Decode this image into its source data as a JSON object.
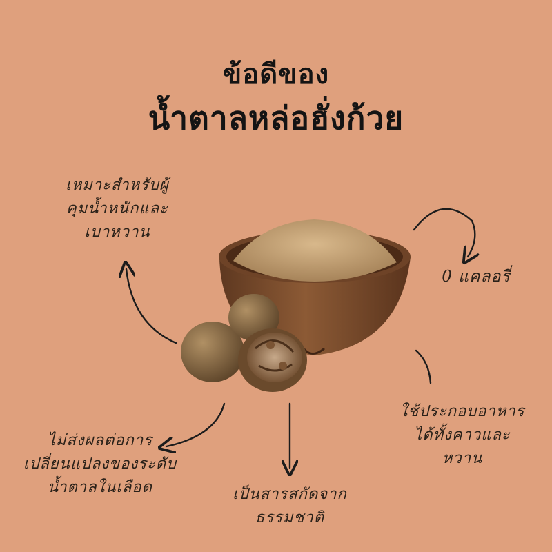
{
  "title": {
    "line1": "ข้อดีของ",
    "line2": "น้ำตาลหล่อฮั่งก้วย"
  },
  "benefits": [
    {
      "id": "left",
      "lines": [
        "เหมาะสำหรับผู้",
        "คุมน้ำหนักและ",
        "เบาหวาน"
      ]
    },
    {
      "id": "right",
      "lines": [
        "0 แคลอรี่"
      ]
    },
    {
      "id": "bottom-right",
      "lines": [
        "ใช้ประกอบอาหาร",
        "ได้ทั้งคาวและ",
        "หวาน"
      ]
    },
    {
      "id": "bottom-center",
      "lines": [
        "เป็นสารสกัดจาก",
        "ธรรมชาติ"
      ]
    },
    {
      "id": "bottom-left",
      "lines": [
        "ไม่ส่งผลต่อการ",
        "เปลี่ยนแปลงของระดับ",
        "น้ำตาลในเลือด"
      ]
    }
  ],
  "colors": {
    "background": "#DFA07D",
    "text": "#141414",
    "bowl_wood": "#7A4A2B",
    "powder": "#C9A577",
    "fruit": "#8A6A44"
  },
  "icons": {
    "arrows": "curved-arrow-icon",
    "product": "monk-fruit-bowl-image"
  }
}
